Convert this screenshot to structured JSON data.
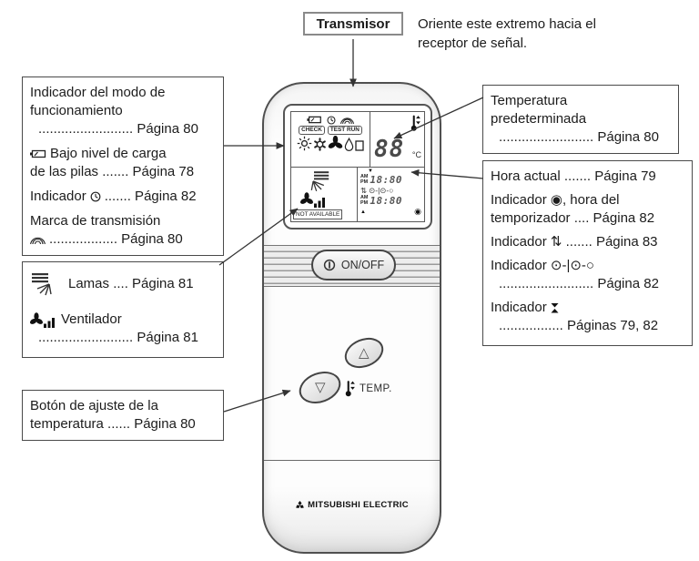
{
  "header": {
    "transmitter_label": "Transmisor",
    "orientation_line1": "Oriente este extremo hacia el",
    "orientation_line2": "receptor de señal."
  },
  "left_top_box": {
    "mode_line1": "Indicador del modo de",
    "mode_line2": "funcionamiento",
    "mode_leader": "......................... Página 80",
    "battery_text": "Bajo nivel de carga",
    "battery_line2": "de las pilas ....... Página 78",
    "clock_pre": "Indicador",
    "clock_post": "....... Página 82",
    "transmission_line1": "Marca de transmisión",
    "transmission_leader": ".................. Página 80"
  },
  "left_mid_box": {
    "louver_label": "Lamas .... Página 81",
    "fan_label": "Ventilador",
    "fan_leader": "......................... Página 81"
  },
  "left_bottom_box": {
    "line1": "Botón de ajuste de la",
    "line2": "temperatura ...... Página 80"
  },
  "right_top_box": {
    "line1": "Temperatura",
    "line2": "predeterminada",
    "leader": "......................... Página 80"
  },
  "right_mid_box": {
    "current_time": "Hora actual ....... Página 79",
    "timer_line1": "Indicador ◉, hora del",
    "timer_line2": "temporizador .... Página 82",
    "updown_label": "Indicador ⇅ ....... Página 83",
    "chain_line1": "Indicador ⊙-|⊙-○",
    "chain_leader": "......................... Página 82",
    "hourglass_pre": "Indicador",
    "hourglass_leader": "................. Páginas 79, 82"
  },
  "remote": {
    "lcd": {
      "check": "CHECK",
      "test_run": "TEST RUN",
      "temp_value": "88",
      "temp_unit": "°C",
      "am": "AM",
      "pm": "PM",
      "time_top": "18:80",
      "updown": "⇅",
      "timer_chain": "⊙-|⊙-○",
      "time_bottom": "18:80",
      "timer_dot": "◉",
      "tri_down": "▼",
      "tri_up": "▲",
      "not_available": "NOT AVAILABLE"
    },
    "onoff_label": "ON/OFF",
    "temp_caption": "TEMP.",
    "up_glyph": "△",
    "down_glyph": "▽",
    "brand": "MITSUBISHI ELECTRIC"
  },
  "icons": {
    "battery-low-icon": "battery outline with slash",
    "clock-icon": "small clock face",
    "transmission-waves-icon": "three nested arcs",
    "sun-icon": "heating mode sun",
    "gear-icon": "cooling mode gear flower",
    "fan-icon": "black 3-blade fan",
    "drop-icon": "water drop (dry mode)",
    "square-icon": "small square segment",
    "louver-spray-icon": "louver slats with airflow spray",
    "fan-bars-icon": "fan with 3 rising speed bars",
    "thermometer-icon": "thermometer with up/down arrows",
    "power-icon": "circle with vertical bar",
    "hourglass-icon": "two facing black triangles",
    "mitsubishi-logo-icon": "three diamonds",
    "arrow-connectors": "#333333"
  },
  "colors": {
    "line": "#333333",
    "box_border": "#4a4a4a",
    "lcd_text": "#4a4a4a"
  }
}
